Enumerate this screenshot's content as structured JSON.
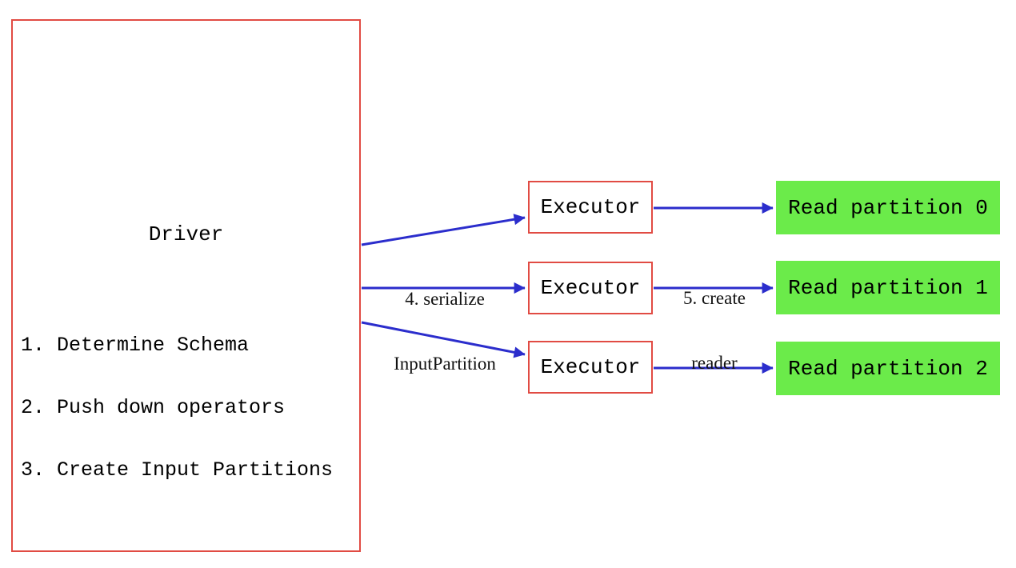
{
  "colors": {
    "box-red": "#e14b43",
    "arrow-blue": "#2b2dcc",
    "partition-green": "#6beb4a"
  },
  "driver": {
    "title": "Driver",
    "steps": [
      "1. Determine Schema",
      "2. Push down operators",
      "3. Create Input Partitions"
    ]
  },
  "executors": [
    {
      "label": "Executor"
    },
    {
      "label": "Executor"
    },
    {
      "label": "Executor"
    }
  ],
  "partitions": [
    {
      "label": "Read partition 0"
    },
    {
      "label": "Read partition 1"
    },
    {
      "label": "Read partition 2"
    }
  ],
  "edge_labels": {
    "serialize": {
      "line1": "4. serialize",
      "line2": "InputPartition"
    },
    "create_reader": {
      "line1": "5. create",
      "line2": "reader"
    }
  }
}
